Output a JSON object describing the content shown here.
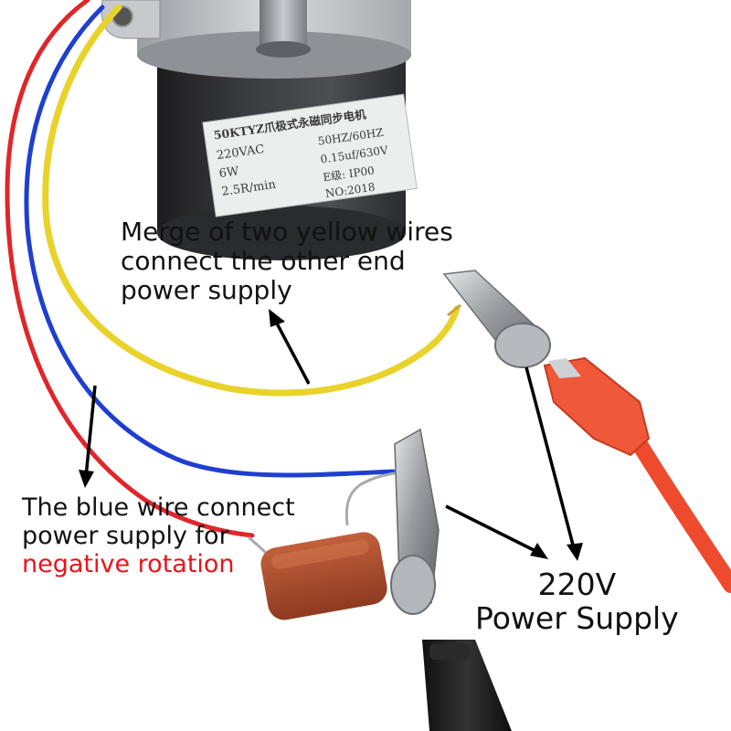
{
  "motor_label": {
    "model": "50KTYZ爪极式永磁同步电机",
    "left_specs": [
      "220VAC",
      "6W",
      "2.5R/min"
    ],
    "right_specs": [
      "50HZ/60HZ",
      "0.15uf/630V",
      "E级: IP00",
      "NO:2018"
    ]
  },
  "annotations": {
    "yellow_wires": [
      "Merge of two yellow wires",
      "connect the other end",
      "power supply"
    ],
    "blue_wire": {
      "lines": [
        "The blue wire connect",
        "power supply for"
      ],
      "highlight": "negative rotation"
    },
    "power_supply": [
      "220V",
      "Power Supply"
    ]
  },
  "colors": {
    "yellow_wire": "#e9d22a",
    "blue_wire": "#1e3fd0",
    "red_wire": "#e0262b",
    "capacitor": "#a84a2c",
    "red_clip_sleeve": "#f0583a",
    "highlight_text": "#e8141b"
  }
}
